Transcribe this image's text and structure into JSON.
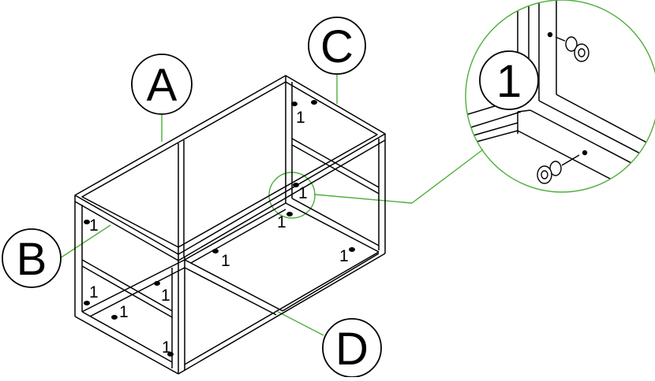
{
  "callouts": {
    "panel_a": "A",
    "panel_b": "B",
    "panel_c": "C",
    "panel_d": "D",
    "detail": "1"
  },
  "screw_label": "1",
  "colors": {
    "line": "#000000",
    "leader": "#4caf3a",
    "background": "#ffffff"
  },
  "icons": [
    "cam-screw-icon",
    "magnifier-circle"
  ]
}
